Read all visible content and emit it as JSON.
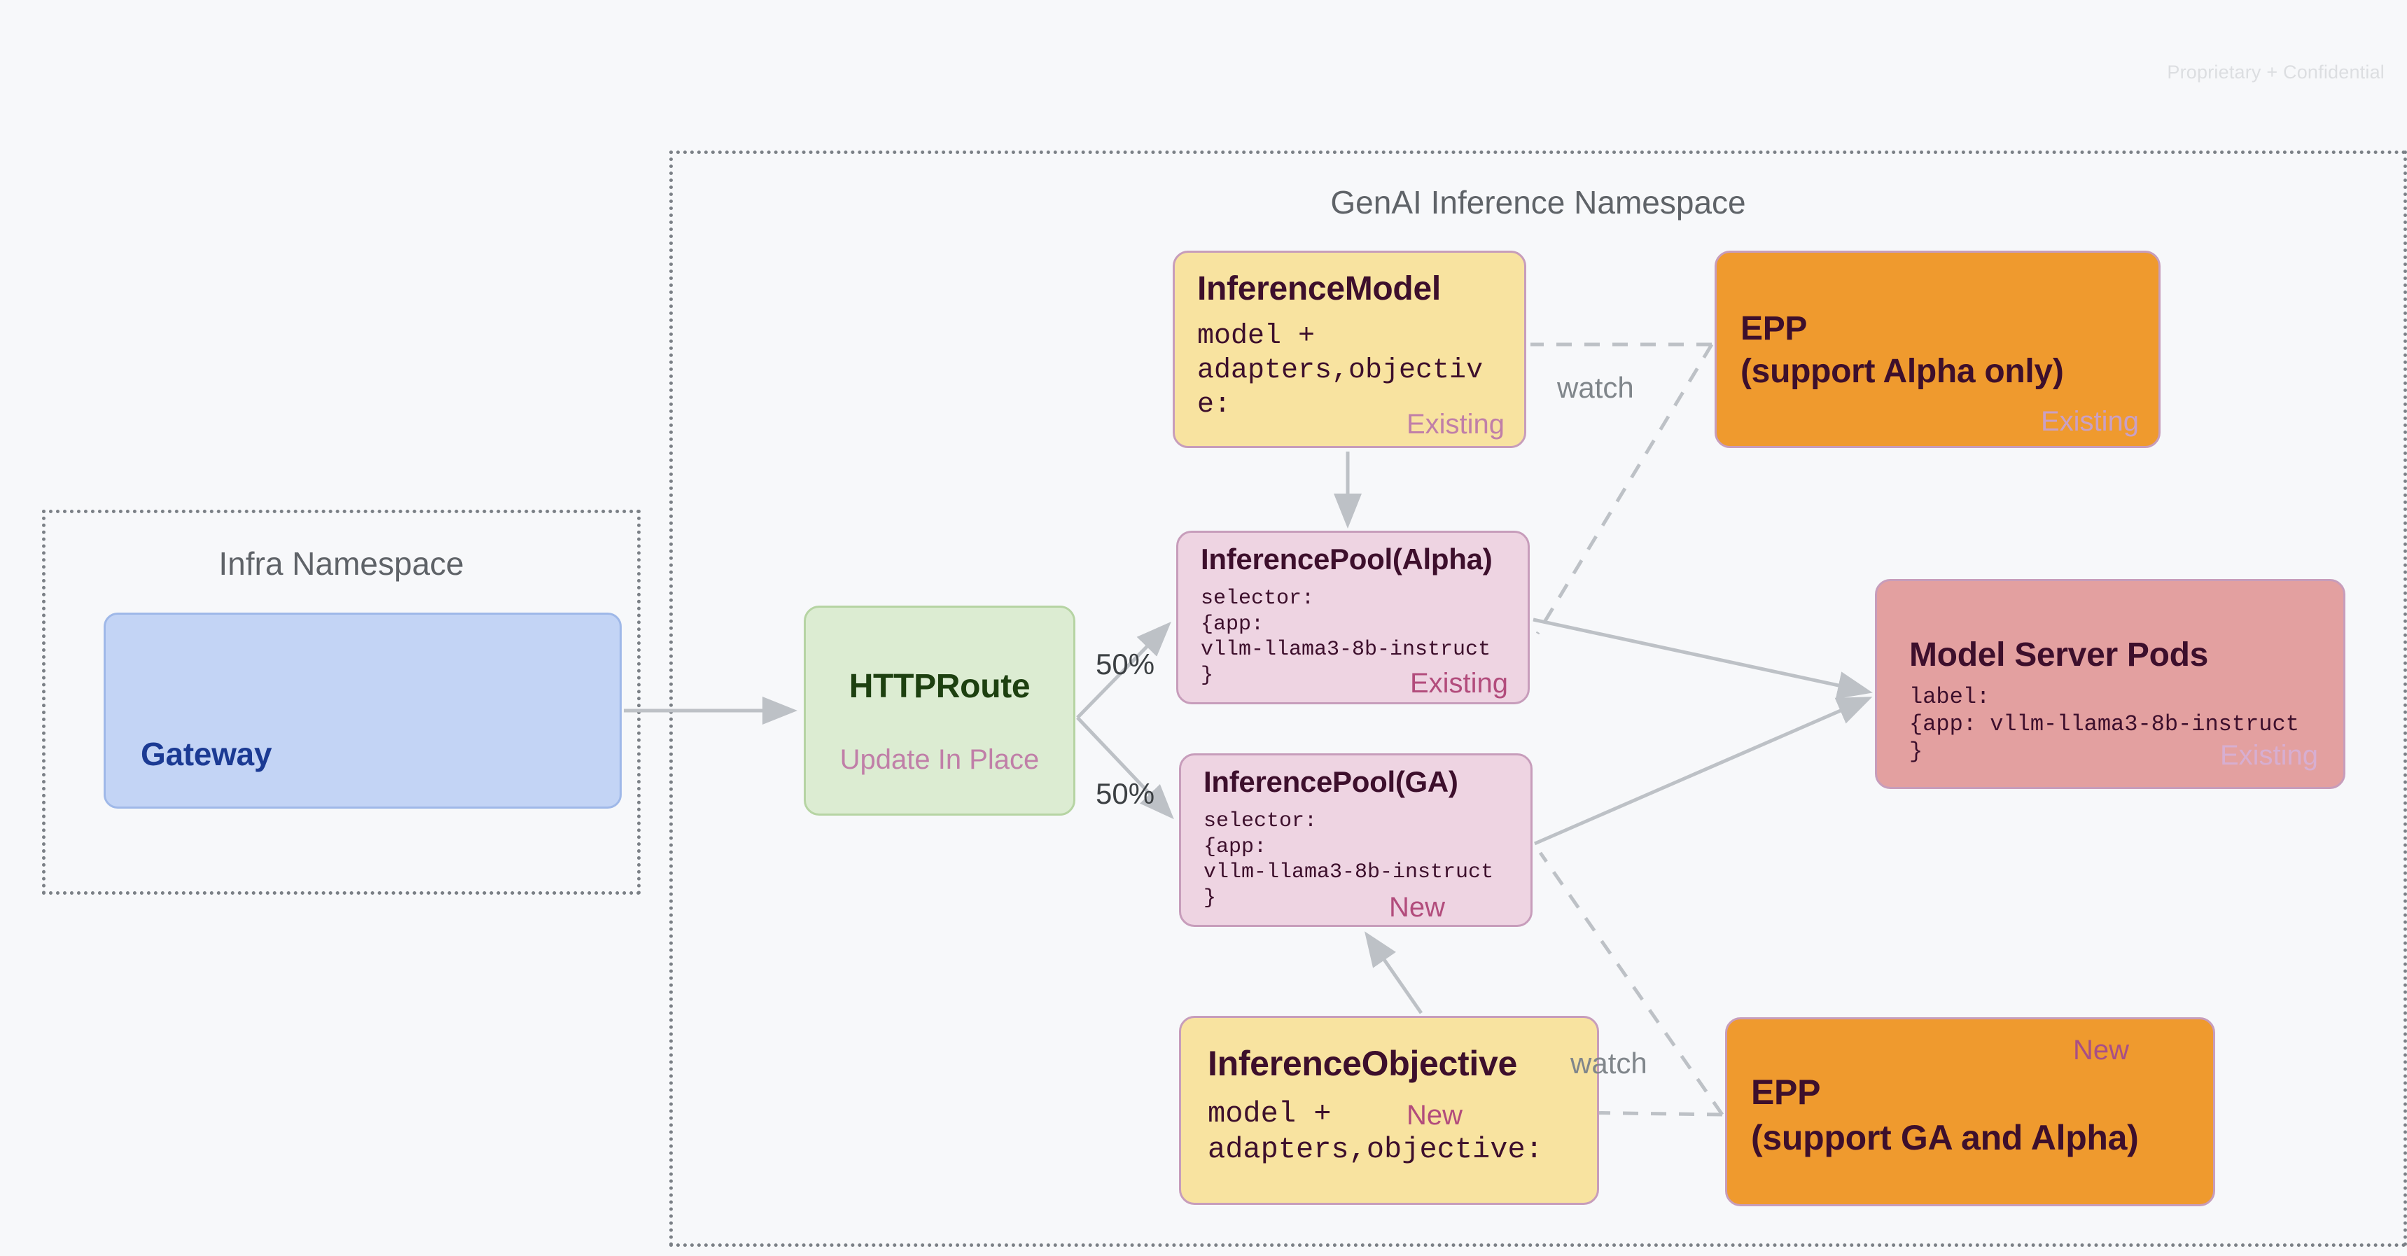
{
  "page": {
    "confidential_notice": "Proprietary + Confidential",
    "background_color": "#f7f8fa"
  },
  "namespaces": [
    {
      "id": "infra",
      "title": "Infra Namespace"
    },
    {
      "id": "genai",
      "title": "GenAI Inference Namespace"
    }
  ],
  "nodes": {
    "gateway": {
      "title": "Gateway"
    },
    "httproute": {
      "title": "HTTPRoute",
      "subtitle": "Update In Place"
    },
    "inferencemodel": {
      "title": "InferenceModel",
      "code": "model +\nadapters,objectiv\ne:",
      "tag": "Existing"
    },
    "epp_alpha": {
      "title": "EPP\n(support Alpha only)",
      "tag": "Existing"
    },
    "pool_alpha": {
      "title": "InferencePool(Alpha)",
      "code": "selector:\n{app:\nvllm-llama3-8b-instruct\n}",
      "tag": "Existing"
    },
    "pool_ga": {
      "title": "InferencePool(GA)",
      "code": "selector:\n{app:\nvllm-llama3-8b-instruct\n}",
      "tag": "New"
    },
    "model_pods": {
      "title": "Model Server Pods",
      "code": "label:\n{app: vllm-llama3-8b-instruct\n}",
      "tag": "Existing"
    },
    "objective": {
      "title": "InferenceObjective",
      "code": "model +\nadapters,objective:",
      "tag": "New"
    },
    "epp_ga": {
      "title": "EPP\n(support GA and Alpha)",
      "tag": "New"
    }
  },
  "edges": {
    "split_top_label": "50%",
    "split_bottom_label": "50%",
    "watch_top_label": "watch",
    "watch_bottom_label": "watch"
  },
  "colors": {
    "yellow_fill": "#f8e3a0",
    "pink_fill": "#eed4e2",
    "orange_fill": "#ef9a2e",
    "red_fill": "#e3a0a0",
    "blue_fill": "#c3d4f5",
    "green_fill": "#dcecd2",
    "node_border": "#c79dbb",
    "tag_existing": "#c07fa8",
    "tag_new": "#b24c7c",
    "edge_gray": "#bdc1c6",
    "text_dark": "#3d0f2c"
  }
}
